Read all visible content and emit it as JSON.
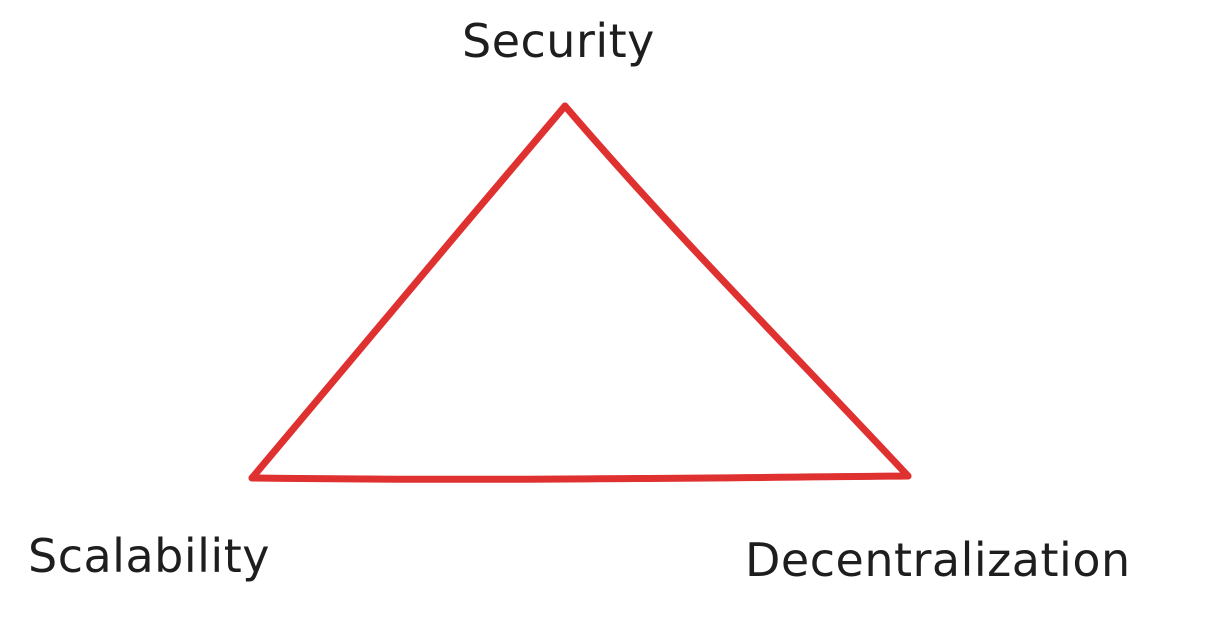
{
  "diagram": {
    "vertices": {
      "top": "Security",
      "bottom_left": "Scalability",
      "bottom_right": "Decentralization"
    },
    "edge_color": "#e03131",
    "text_color": "#1e1e1e"
  }
}
